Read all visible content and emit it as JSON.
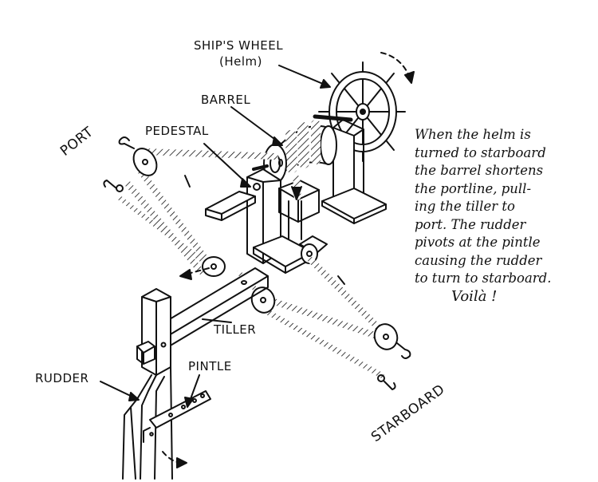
{
  "labels": {
    "ships_wheel": "SHIP'S WHEEL",
    "helm": "(Helm)",
    "barrel": "BARREL",
    "pedestal": "PEDESTAL",
    "port": "PORT",
    "tiller": "TILLER",
    "rudder": "RUDDER",
    "pintle": "PINTLE",
    "starboard": "STARBOARD"
  },
  "caption": {
    "lines": [
      "When the helm is",
      "turned to starboard",
      "the barrel shortens",
      "the portline, pull-",
      "ing the tiller to",
      "port. The rudder",
      "pivots at the pintle",
      "causing the rudder",
      "to turn to starboard.",
      "Voilà !"
    ]
  }
}
